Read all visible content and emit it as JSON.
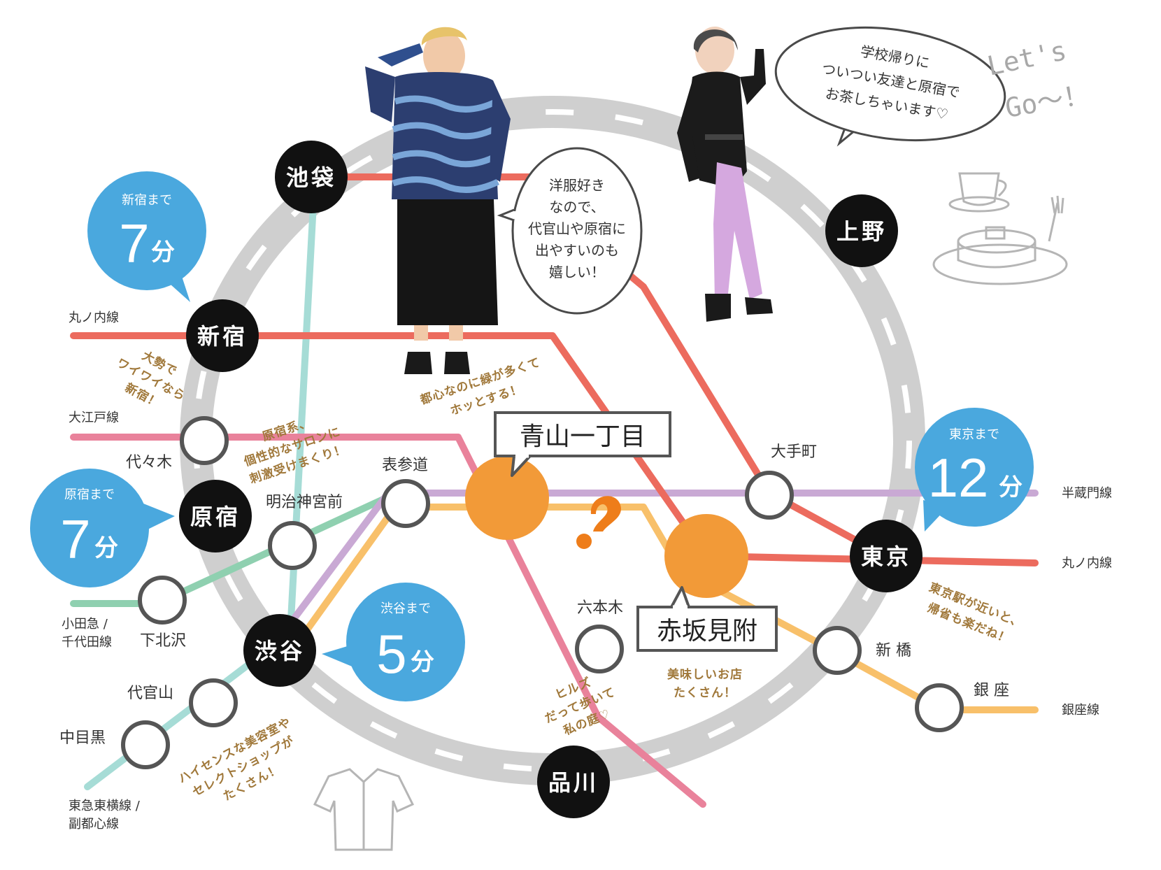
{
  "colors": {
    "loop": "#cfcfcf",
    "marunouchi": "#ec6b5e",
    "oedo": "#e9829b",
    "hanzomon": "#c9a9d4",
    "ginza": "#f8c06a",
    "odakyu_chiyoda": "#8fd0b0",
    "tokyu_fukutoshin": "#a6dcd6",
    "station_ring": "#555555",
    "major_station": "#111111",
    "highlight": "#f29a38",
    "bubble": "#4aa8de",
    "note": "#a0783a"
  },
  "lines": {
    "marunouchi_left": "丸ノ内線",
    "oedo": "大江戸線",
    "odakyu": "小田急 /",
    "chiyoda": "千代田線",
    "tokyu": "東急東横線 /",
    "fukutoshin": "副都心線",
    "hanzomon": "半蔵門線",
    "marunouchi_right": "丸ノ内線",
    "ginza": "銀座線"
  },
  "major_stations": {
    "ikebukuro": "池袋",
    "shinjuku": "新宿",
    "harajuku": "原宿",
    "shibuya": "渋谷",
    "ueno": "上野",
    "tokyo": "東京",
    "shinagawa": "品川"
  },
  "stations": {
    "yoyogi": "代々木",
    "meiji_jingumae": "明治神宮前",
    "omotesando": "表参道",
    "shimokitazawa": "下北沢",
    "daikanyama": "代官山",
    "nakameguro": "中目黒",
    "roppongi": "六本木",
    "otemachi": "大手町",
    "shinbashi": "新 橋",
    "ginza": "銀 座"
  },
  "highlights": {
    "aoyama": "青山一丁目",
    "akasaka": "赤坂見附"
  },
  "bubbles": {
    "shinjuku": {
      "label": "新宿まで",
      "number": "7",
      "unit": "分"
    },
    "harajuku": {
      "label": "原宿まで",
      "number": "7",
      "unit": "分"
    },
    "shibuya": {
      "label": "渋谷まで",
      "number": "5",
      "unit": "分"
    },
    "tokyo": {
      "label": "東京まで",
      "number": "12",
      "unit": "分"
    }
  },
  "notes": {
    "shinjuku": [
      "大勢で",
      "ワイワイなら",
      "新宿！"
    ],
    "harajuku": [
      "原宿系、",
      "個性的なサロンに",
      "刺激受けまくり！"
    ],
    "aoyama": [
      "都心なのに緑が多くて",
      "ホッとする！"
    ],
    "roppongi": [
      "ヒルズ",
      "だって歩いて",
      "私の庭♡"
    ],
    "akasaka": [
      "美味しいお店",
      "たくさん！"
    ],
    "tokyo": [
      "東京駅が近いと、",
      "帰省も楽だね！"
    ],
    "shibuya": [
      "ハイセンスな美容室や",
      "セレクトショップが",
      "たくさん！"
    ]
  },
  "speech": {
    "left": [
      "洋服好き",
      "なので、",
      "代官山や原宿に",
      "出やすいのも",
      "嬉しい！"
    ],
    "right": [
      "学校帰りに",
      "ついつい友達と原宿で",
      "お茶しちゃいます♡"
    ]
  },
  "decor": {
    "lets": "Let's",
    "go": "Go～！"
  }
}
